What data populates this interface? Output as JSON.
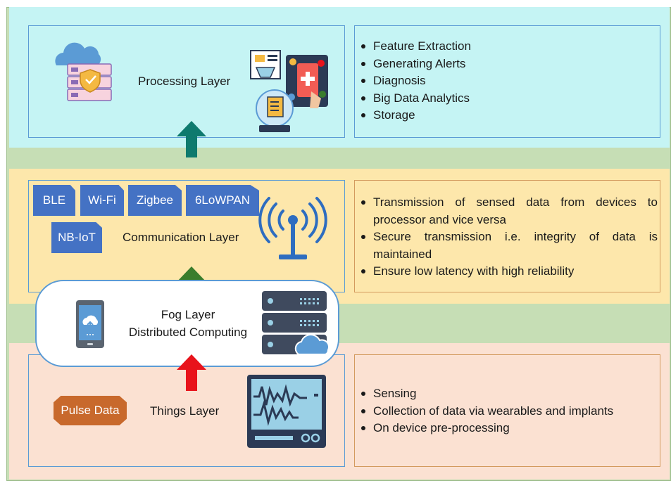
{
  "processing": {
    "label": "Processing Layer",
    "bullets": [
      "Feature Extraction",
      "Generating Alerts",
      "Diagnosis",
      "Big Data Analytics",
      "Storage"
    ]
  },
  "communication": {
    "label": "Communication Layer",
    "tags": [
      "BLE",
      "Wi-Fi",
      "Zigbee",
      "6LoWPAN",
      "NB-IoT"
    ],
    "bullets": [
      "Transmission of sensed data from devices to processor and vice versa",
      "Secure transmission i.e.  integrity of data is maintained",
      "Ensure low latency with high reliability"
    ]
  },
  "fog": {
    "line1": "Fog Layer",
    "line2": "Distributed Computing"
  },
  "things": {
    "label": "Things Layer",
    "pulse": "Pulse Data",
    "bullets": [
      "Sensing",
      "Collection of data via wearables and implants",
      "On device pre-processing"
    ]
  },
  "colors": {
    "arrow_top": "#0e7a6e",
    "arrow_mid": "#3a7d2c",
    "arrow_bottom": "#e8131b",
    "tag_blue": "#4472c4",
    "pulse_orange": "#c8692c"
  }
}
